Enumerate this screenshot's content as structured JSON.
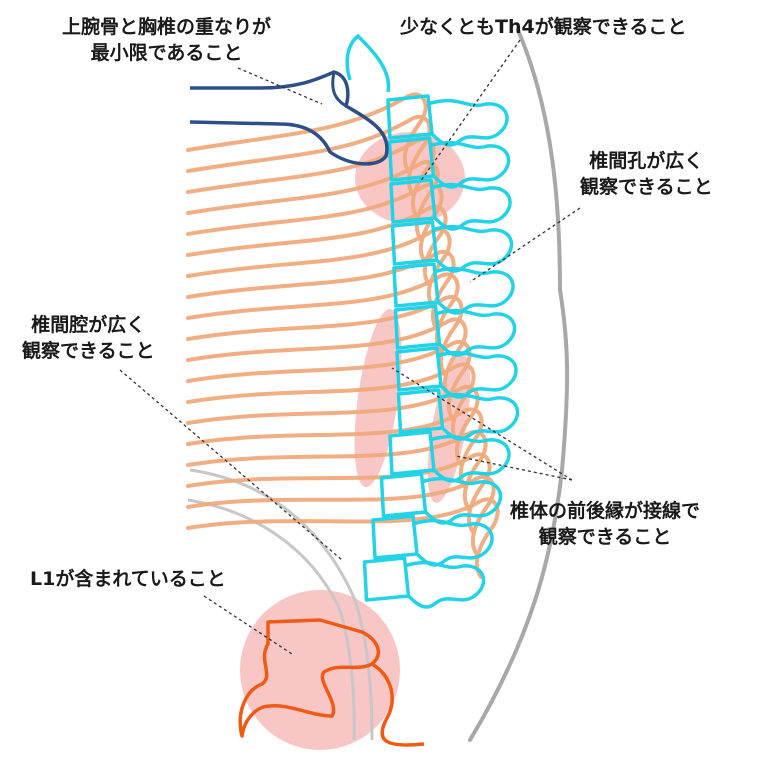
{
  "colors": {
    "background": "#ffffff",
    "rib": "#f0aa7c",
    "vertebra": "#22d3e8",
    "humerus": "#2b4f86",
    "lumbar_l1": "#f05a14",
    "body_outline": "#a8a8a8",
    "highlight": "#f7b8b8",
    "text": "#1a1a1a",
    "leader": "#333333"
  },
  "labels": {
    "humerus_overlap": {
      "line1": "上腕骨と胸椎の重なりが",
      "line2": "最小限であること"
    },
    "th4_visible": {
      "line1": "少なくともTh4が観察できること"
    },
    "foramen": {
      "line1": "椎間孔が広く",
      "line2": "観察できること"
    },
    "disc_space": {
      "line1": "椎間腔が広く",
      "line2": "観察できること"
    },
    "vertebral_edge": {
      "line1": "椎体の前後縁が接線で",
      "line2": "観察できること"
    },
    "l1_included": {
      "line1": "L1が含まれていること"
    }
  }
}
